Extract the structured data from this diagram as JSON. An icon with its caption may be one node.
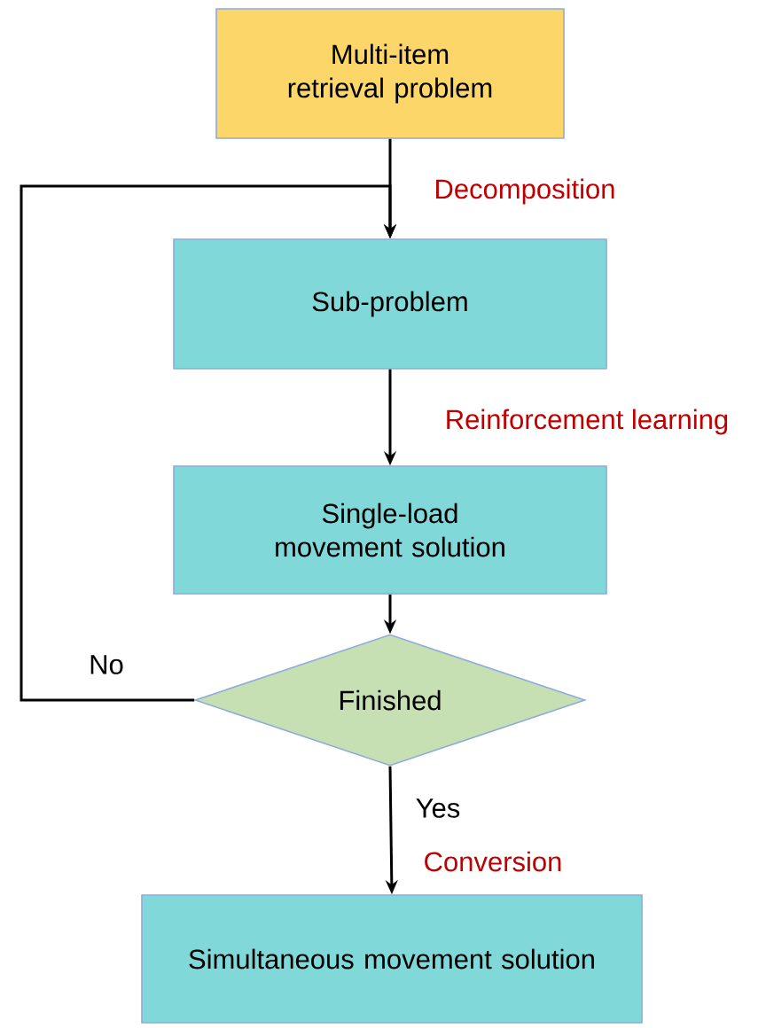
{
  "diagram": {
    "nodes": [
      {
        "text": [
          "Multi-item retrieval problem"
        ]
      },
      {
        "text": [
          "Sub-problem"
        ]
      },
      {
        "text": [
          "Single-load movement solution"
        ]
      },
      {
        "text": [
          "Finished"
        ]
      },
      {
        "text": [
          "Simultaneous movement solution"
        ]
      }
    ],
    "edges": [
      {
        "from": 0,
        "to": 1,
        "arrow": "to",
        "label": "Decomposition"
      },
      {
        "from": 1,
        "to": 2,
        "arrow": "to",
        "label": "Reinforcement learning"
      },
      {
        "from": 2,
        "to": 3,
        "arrow": "to"
      },
      {
        "from": 3,
        "to": 1,
        "arrow": "to"
      },
      {
        "from": 3,
        "to": 4,
        "arrow": "to",
        "label": "Conversion"
      }
    ],
    "labels": [
      "No",
      "Yes"
    ]
  }
}
